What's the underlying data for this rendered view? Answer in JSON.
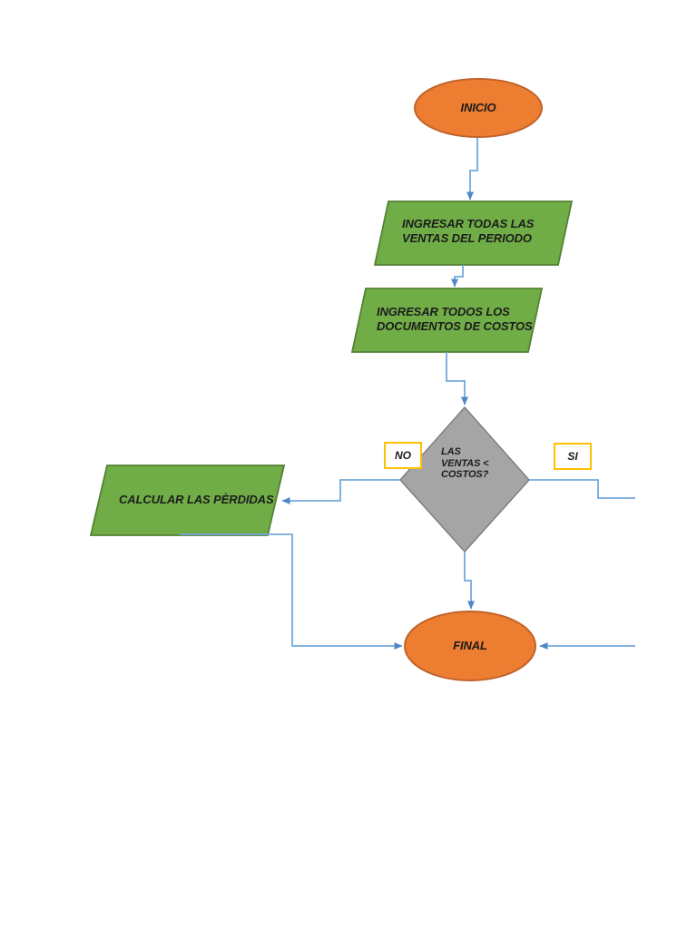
{
  "page": {
    "background": "#FFFFFF"
  },
  "colors": {
    "terminator_fill": "#ED7D31",
    "terminator_stroke": "#C0632B",
    "process_fill": "#70AD47",
    "process_stroke": "#538135",
    "decision_fill": "#A5A5A5",
    "decision_stroke": "#7F7F7F",
    "connector_line": "#74A9DD",
    "arrowhead": "#4E88C8",
    "branch_box_border": "#FFC000",
    "branch_box_fill": "#FFFFFF",
    "label_text": "#1C1C1C"
  },
  "nodes": {
    "start": {
      "label": "INICIO"
    },
    "input_sales": {
      "lines": [
        "INGRESAR TODAS LAS",
        "VENTAS DEL PERIODO"
      ]
    },
    "input_costs": {
      "lines": [
        "INGRESAR TODOS LOS",
        "DOCUMENTOS DE COSTOS"
      ]
    },
    "decision": {
      "lines": [
        "LAS",
        "VENTAS <",
        "COSTOS?"
      ]
    },
    "calculate_losses": {
      "label": "CALCULAR LAS PÈRDIDAS"
    },
    "end": {
      "label": "FINAL"
    }
  },
  "branch_labels": {
    "no": "NO",
    "yes": "SI"
  }
}
